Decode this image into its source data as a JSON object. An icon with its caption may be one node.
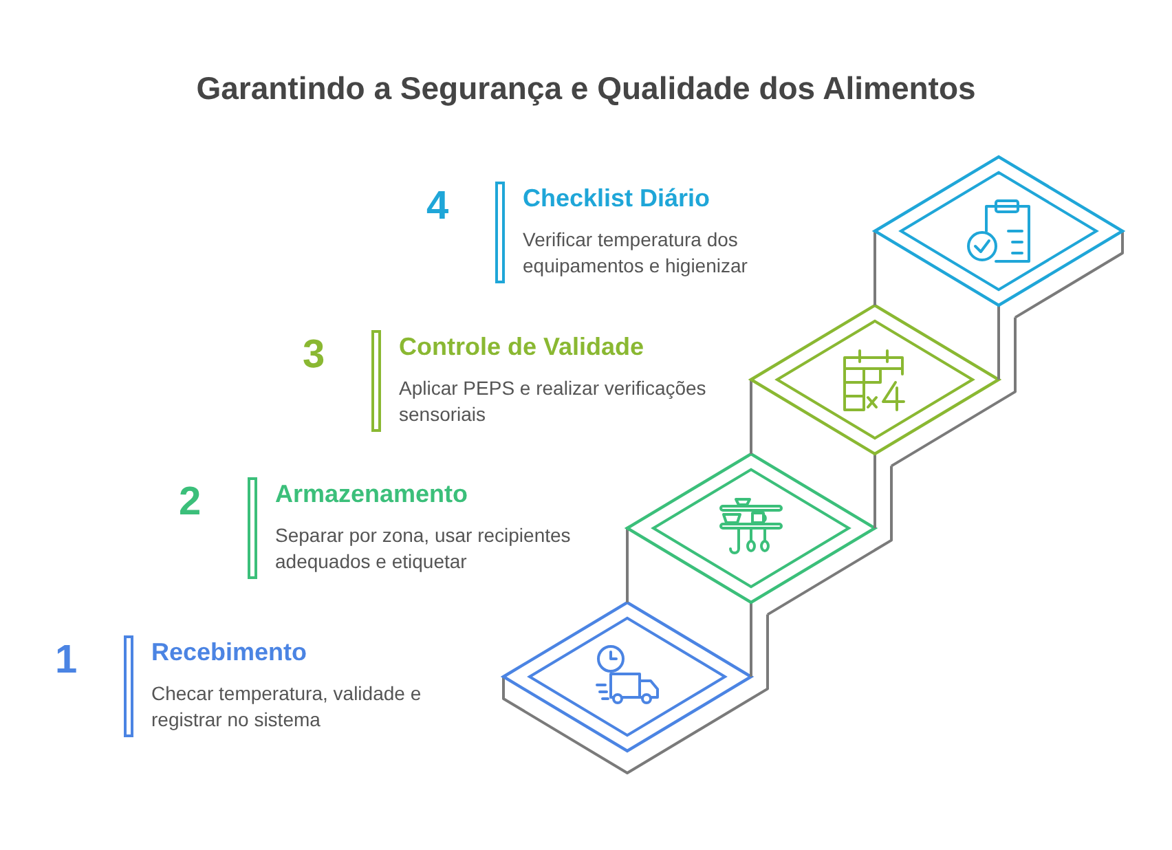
{
  "diagram": {
    "title": "Garantindo a Segurança e Qualidade dos Alimentos",
    "nodes": [
      {
        "text": [
          "Checklist Diário",
          "Verificar temperatura dos equipamentos e higienizar"
        ],
        "beside": [
          "4"
        ]
      },
      {
        "text": [
          "Controle de Validade",
          "Aplicar PEPS e realizar verificações sensoriais"
        ],
        "beside": [
          "3"
        ]
      },
      {
        "text": [
          "Armazenamento",
          "Separar por zona, usar recipientes adequados e etiquetar"
        ],
        "beside": [
          "2"
        ]
      },
      {
        "text": [
          "Recebimento",
          "Checar temperatura, validade e registrar no sistema"
        ],
        "beside": [
          "1"
        ]
      }
    ]
  }
}
